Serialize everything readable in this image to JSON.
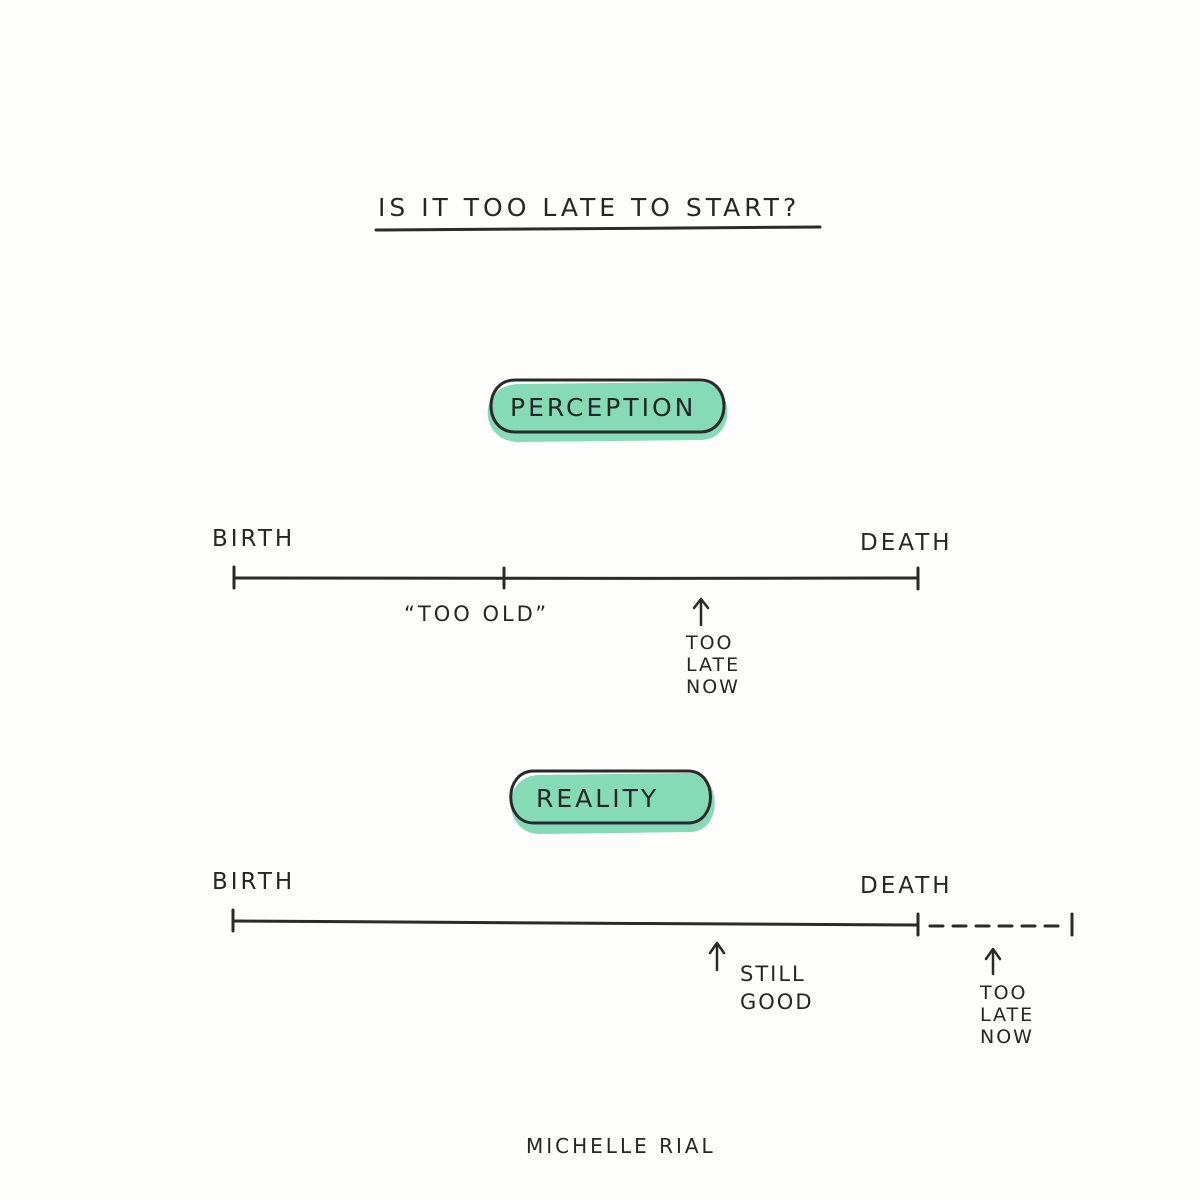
{
  "title": "IS IT TOO LATE TO START?",
  "accent_color": "#86dbb7",
  "ink_color": "#2a2a2a",
  "perception": {
    "label": "PERCEPTION",
    "start_label": "BIRTH",
    "end_label": "DEATH",
    "too_old_label": "“TOO OLD”",
    "marker_label": [
      "TOO",
      "LATE",
      "NOW"
    ]
  },
  "reality": {
    "label": "REALITY",
    "start_label": "BIRTH",
    "end_label": "DEATH",
    "still_good_label": [
      "STILL",
      "GOOD"
    ],
    "marker_label": [
      "TOO",
      "LATE",
      "NOW"
    ]
  },
  "credit": "MICHELLE RIAL"
}
